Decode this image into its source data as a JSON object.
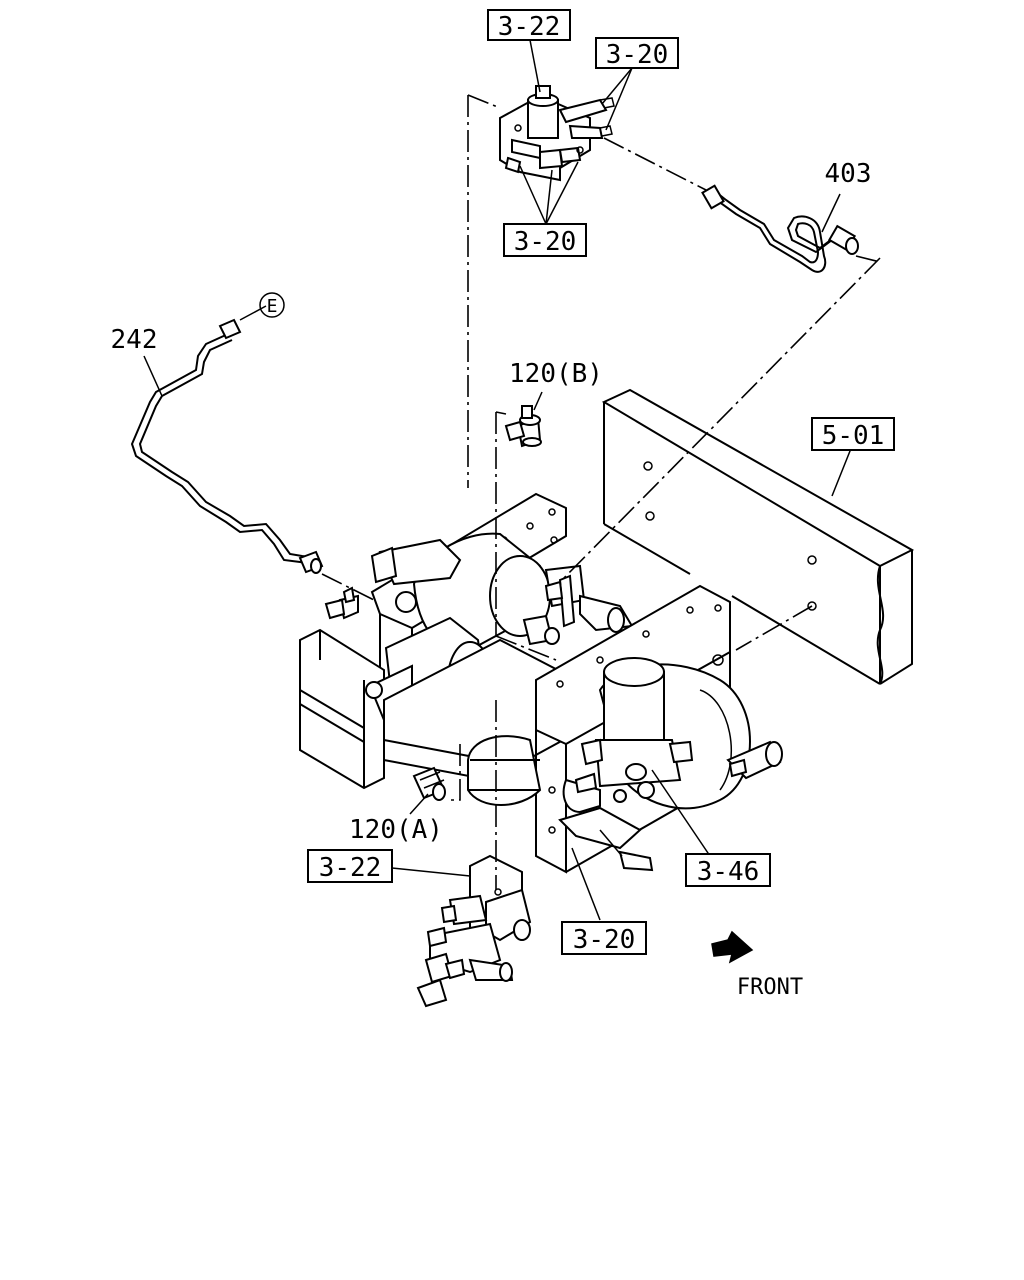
{
  "callouts": {
    "ref_3_22_top": "3-22",
    "ref_3_20_top": "3-20",
    "ref_3_20_mid": "3-20",
    "part_403": "403",
    "part_242": "242",
    "circle_e": "E",
    "part_120b": "120(B)",
    "ref_5_01": "5-01",
    "part_120a": "120(A)",
    "ref_3_22_bottom": "3-22",
    "ref_3_46": "3-46",
    "ref_3_20_bottom": "3-20",
    "front_label": "FRONT"
  },
  "icons": {
    "front_arrow": "front-direction-arrow-icon"
  }
}
